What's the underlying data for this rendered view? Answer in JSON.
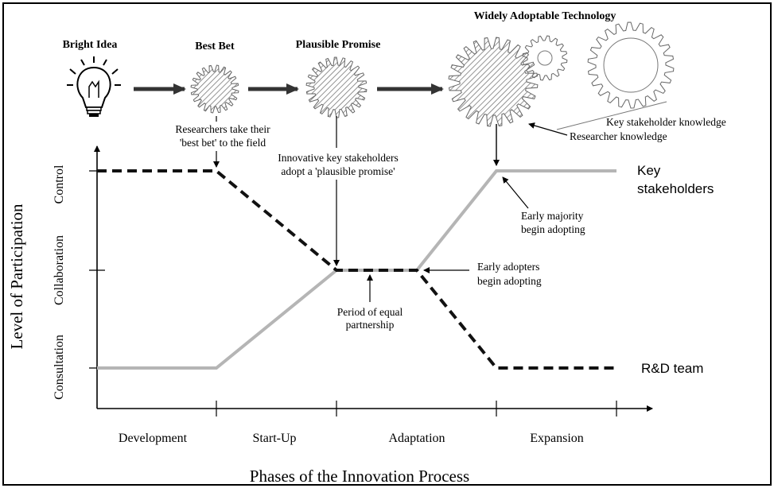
{
  "stages": {
    "bright_idea": "Bright Idea",
    "best_bet": "Best Bet",
    "plausible_promise": "Plausible Promise",
    "widely_adoptable": "Widely Adoptable Technology"
  },
  "annotations": {
    "researchers_best_bet": [
      "Researchers take their",
      "'best bet' to the field"
    ],
    "innovative_stakeholders": [
      "Innovative key stakeholders",
      "adopt a 'plausible promise'"
    ],
    "key_stakeholder_knowledge": "Key stakeholder knowledge",
    "researcher_knowledge": "Researcher knowledge",
    "early_majority": [
      "Early majority",
      "begin adopting"
    ],
    "early_adopters": [
      "Early adopters",
      "begin adopting"
    ],
    "equal_partnership": [
      "Period of  equal",
      "partnership"
    ]
  },
  "y_axis": {
    "title": "Level of Participation",
    "levels": [
      "Control",
      "Collaboration",
      "Consultation"
    ]
  },
  "x_axis": {
    "title": "Phases of the Innovation Process",
    "phases": [
      "Development",
      "Start-Up",
      "Adaptation",
      "Expansion"
    ]
  },
  "series_labels": {
    "key_stakeholders": [
      "Key",
      "stakeholders"
    ],
    "rd_team": "R&D team"
  },
  "colors": {
    "stakeholders_line": "#b5b5b5",
    "rd_line": "#111111",
    "gear_hatch": "#888888"
  }
}
